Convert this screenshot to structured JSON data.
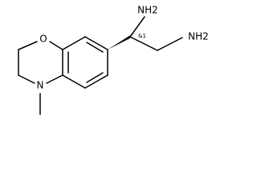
{
  "molecule": {
    "atoms": {
      "o1": "O",
      "n4": "N",
      "nh2_top": "NH2",
      "nh2_right": "NH2"
    },
    "stereo_label": "&1"
  }
}
